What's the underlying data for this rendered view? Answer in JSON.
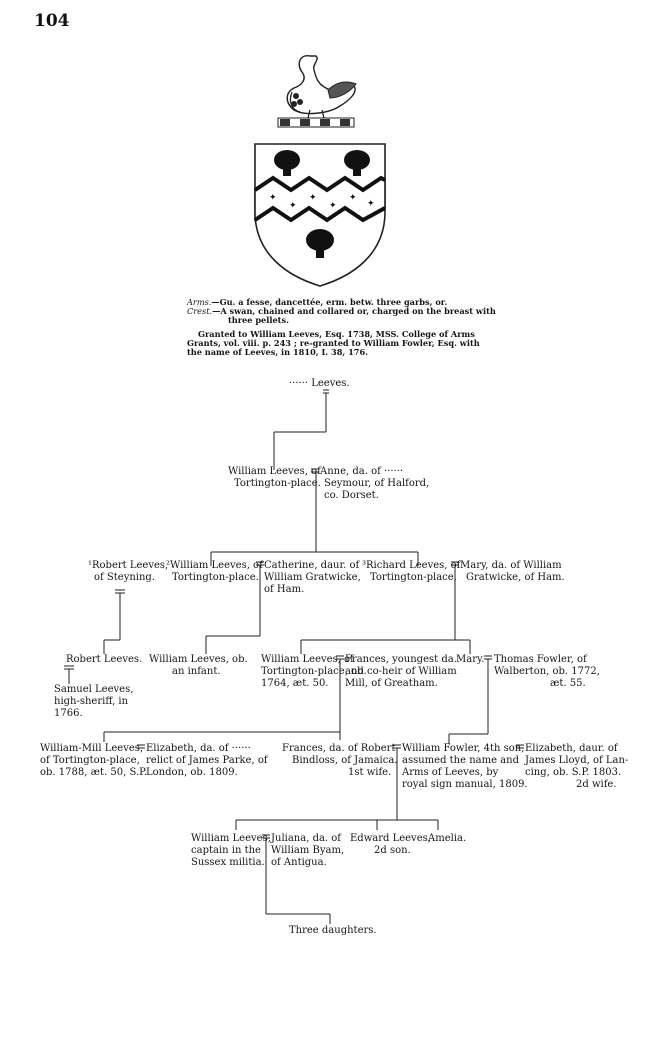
{
  "page_number": "104",
  "arms": {
    "arms_label": "Arms.",
    "arms_text": "—Gu. a fesse, dancettée, erm. betw. three garbs, or.",
    "crest_label": "Crest.",
    "crest_text_1": "—A swan, chained and collared or, charged on the breast with",
    "crest_text_2": "three pellets.",
    "grant_1": "Granted to William Leeves, Esq. 1738, MSS. College of Arms",
    "grant_2": "Grants, vol. viii. p. 243 ; re-granted to William Fowler, Esq. with",
    "grant_3": "the name of Leeves, in 1810, I. 38, 176."
  },
  "tree": {
    "root": "······ Leeves.",
    "gen1": {
      "william_1": "William Leeves, of",
      "william_2": "Tortington-place.",
      "anne_1": "Anne, da. of ······",
      "anne_2": "Seymour, of Halford,",
      "anne_3": "co. Dorset."
    },
    "gen2": {
      "robert_1": "¹Robert Leeves,",
      "robert_2": "of Steyning.",
      "william_1": "²William Leeves, of",
      "william_2": "Tortington-place.",
      "catherine_1": "Catherine, daur. of",
      "catherine_2": "William Gratwicke,",
      "catherine_3": "of Ham.",
      "richard_1": "³Richard Leeves, of",
      "richard_2": "Tortington-place.",
      "mary_1": "Mary, da. of William",
      "mary_2": "Gratwicke, of Ham."
    },
    "gen3": {
      "robert": "Robert Leeves.",
      "samuel_1": "Samuel Leeves,",
      "samuel_2": "high-sheriff, in",
      "samuel_3": "1766.",
      "william_infant_1": "William Leeves, ob.",
      "william_infant_2": "an infant.",
      "william_1": "William Leeves, of",
      "william_2": "Tortington-place, ob.",
      "william_3": "1764, æt. 50.",
      "frances_1": "Frances, youngest da.",
      "frances_2": "and co-heir of William",
      "frances_3": "Mill, of Greatham.",
      "mary": "Mary.",
      "thomas_1": "Thomas Fowler, of",
      "thomas_2": "Walberton, ob. 1772,",
      "thomas_3": "æt. 55."
    },
    "gen4": {
      "wm_mill_1": "William-Mill Leeves,",
      "wm_mill_2": "of Tortington-place,",
      "wm_mill_3": "ob. 1788, æt. 50, S.P.",
      "elizabeth_1": "Elizabeth, da. of ······",
      "elizabeth_2": "relict of James Parke, of",
      "elizabeth_3": "London, ob. 1809.",
      "frances_b_1": "Frances, da. of Robert",
      "frances_b_2": "Bindloss, of Jamaica.",
      "frances_b_3": "1st wife.",
      "wm_fowler_1": "William Fowler, 4th son,",
      "wm_fowler_2": "assumed the name and",
      "wm_fowler_3": "Arms of Leeves, by",
      "wm_fowler_4": "royal sign manual, 1809.",
      "eliz_lloyd_1": "Elizabeth, daur. of",
      "eliz_lloyd_2": "James Lloyd, of Lan-",
      "eliz_lloyd_3": "cing, ob. S.P. 1803.",
      "eliz_lloyd_4": "2d wife."
    },
    "gen5": {
      "william_1": "William Leeves,",
      "william_2": "captain in the",
      "william_3": "Sussex militia.",
      "juliana_1": "Juliana, da. of",
      "juliana_2": "William Byam,",
      "juliana_3": "of Antigua.",
      "edward_1": "Edward Leeves,",
      "edward_2": "2d son.",
      "amelia": "Amelia."
    },
    "gen6": {
      "daughters": "Three daughters."
    }
  }
}
